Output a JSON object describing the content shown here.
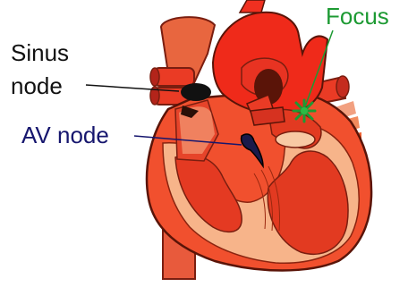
{
  "labels": {
    "sinus_line1": "Sinus",
    "sinus_line2": "node",
    "av_node": "AV node",
    "focus": "Focus"
  },
  "colors": {
    "heart_red": "#ee3322",
    "vessel_red": "#e8442b",
    "myocardium_orange": "#f39a6b",
    "node_black": "#111111",
    "av_label": "#16166e",
    "focus_green": "#1d9a33"
  },
  "icons": {
    "focus_marker": "asterisk-star"
  }
}
